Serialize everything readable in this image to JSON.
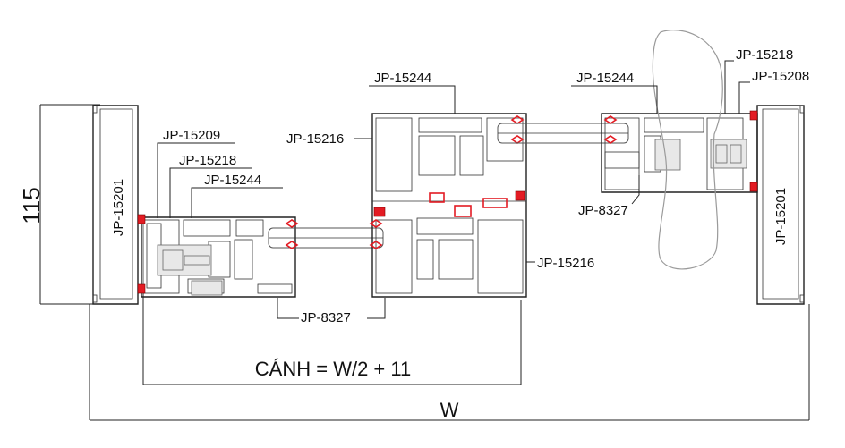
{
  "drawing": {
    "height_dimension": "115",
    "width_dimension": "W",
    "sash_dimension": "CÁNH = W/2 + 11"
  },
  "labels": {
    "left_frame": "JP-15201",
    "right_frame": "JP-15201",
    "left_glazing_bead": "JP-15209",
    "left_sash_small": "JP-15218",
    "left_sash_main": "JP-15244",
    "left_gasket_bottom": "JP-8327",
    "mullion_top": "JP-15244",
    "mullion_left": "JP-15216",
    "mullion_right": "JP-15216",
    "right_sash_main": "JP-15244",
    "right_sash_small": "JP-15218",
    "right_glazing_bead": "JP-15208",
    "right_gasket_bottom": "JP-8327"
  }
}
